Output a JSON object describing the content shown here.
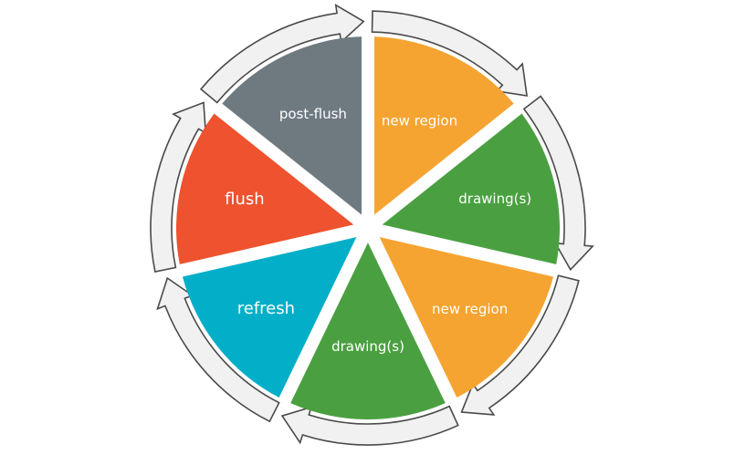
{
  "diagram": {
    "title": "Rendering cycle",
    "segments": [
      {
        "label": "new region",
        "color": "#F5A431"
      },
      {
        "label": "drawing(s)",
        "color": "#4AA041"
      },
      {
        "label": "new region",
        "color": "#F5A431"
      },
      {
        "label": "drawing(s)",
        "color": "#4AA041"
      },
      {
        "label": "refresh",
        "color": "#03AFC8"
      },
      {
        "label": "flush",
        "color": "#EE522E"
      },
      {
        "label": "post-flush",
        "color": "#6E7A80"
      }
    ],
    "arrow_direction": "clockwise",
    "arrow_fill": "#F1F1F1",
    "arrow_stroke": "#4A4A4A"
  }
}
